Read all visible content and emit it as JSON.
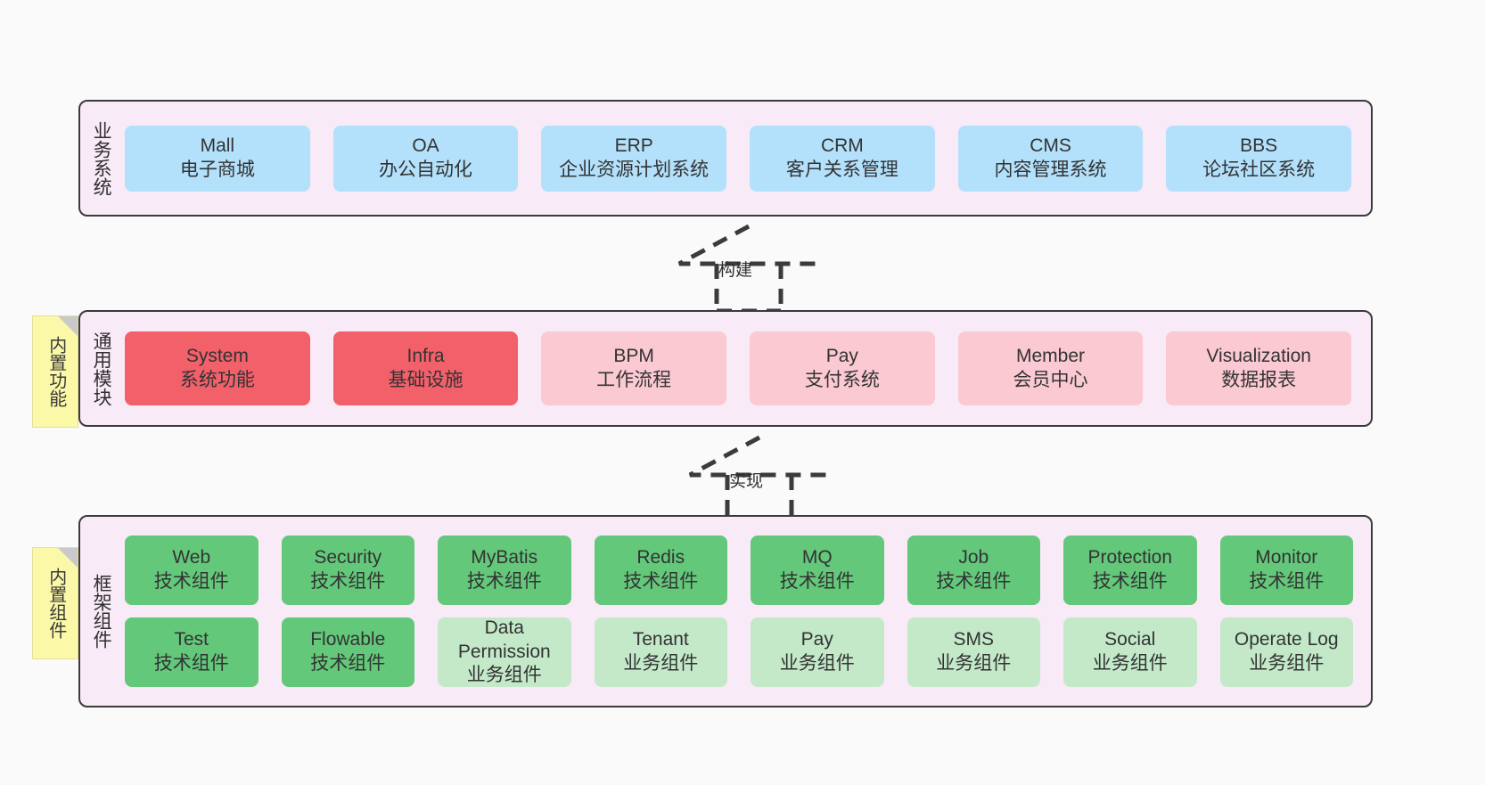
{
  "diagram": {
    "background_color": "#fafafa",
    "layer_border_color": "#3b3b3b",
    "layer_fill_color": "#f8eaf6"
  },
  "layers": [
    {
      "id": "business",
      "label": "业务系统",
      "rows": [
        {
          "cards": [
            {
              "name": "Mall",
              "desc": "电子商城",
              "color": "#b3e0fb",
              "style": "blue"
            },
            {
              "name": "OA",
              "desc": "办公自动化",
              "color": "#b3e0fb",
              "style": "blue"
            },
            {
              "name": "ERP",
              "desc": "企业资源计划系统",
              "color": "#b3e0fb",
              "style": "blue"
            },
            {
              "name": "CRM",
              "desc": "客户关系管理",
              "color": "#b3e0fb",
              "style": "blue"
            },
            {
              "name": "CMS",
              "desc": "内容管理系统",
              "color": "#b3e0fb",
              "style": "blue"
            },
            {
              "name": "BBS",
              "desc": "论坛社区系统",
              "color": "#b3e0fb",
              "style": "blue"
            }
          ]
        }
      ]
    },
    {
      "id": "common",
      "label": "通用模块",
      "rows": [
        {
          "cards": [
            {
              "name": "System",
              "desc": "系统功能",
              "color": "#f2606a",
              "style": "red"
            },
            {
              "name": "Infra",
              "desc": "基础设施",
              "color": "#f2606a",
              "style": "red"
            },
            {
              "name": "BPM",
              "desc": "工作流程",
              "color": "#fbc9d2",
              "style": "pink"
            },
            {
              "name": "Pay",
              "desc": "支付系统",
              "color": "#fbc9d2",
              "style": "pink"
            },
            {
              "name": "Member",
              "desc": "会员中心",
              "color": "#fbc9d2",
              "style": "pink"
            },
            {
              "name": "Visualization",
              "desc": "数据报表",
              "color": "#fbc9d2",
              "style": "pink"
            }
          ]
        }
      ]
    },
    {
      "id": "frame",
      "label": "框架组件",
      "rows": [
        {
          "cards": [
            {
              "name": "Web",
              "desc": "技术组件",
              "color": "#63c87a",
              "style": "green"
            },
            {
              "name": "Security",
              "desc": "技术组件",
              "color": "#63c87a",
              "style": "green"
            },
            {
              "name": "MyBatis",
              "desc": "技术组件",
              "color": "#63c87a",
              "style": "green"
            },
            {
              "name": "Redis",
              "desc": "技术组件",
              "color": "#63c87a",
              "style": "green"
            },
            {
              "name": "MQ",
              "desc": "技术组件",
              "color": "#63c87a",
              "style": "green"
            },
            {
              "name": "Job",
              "desc": "技术组件",
              "color": "#63c87a",
              "style": "green"
            },
            {
              "name": "Protection",
              "desc": "技术组件",
              "color": "#63c87a",
              "style": "green"
            },
            {
              "name": "Monitor",
              "desc": "技术组件",
              "color": "#63c87a",
              "style": "green"
            }
          ]
        },
        {
          "cards": [
            {
              "name": "Test",
              "desc": "技术组件",
              "color": "#63c87a",
              "style": "green"
            },
            {
              "name": "Flowable",
              "desc": "技术组件",
              "color": "#63c87a",
              "style": "green"
            },
            {
              "name": "Data Permission",
              "desc": "业务组件",
              "color": "#c3e9c9",
              "style": "green-light"
            },
            {
              "name": "Tenant",
              "desc": "业务组件",
              "color": "#c3e9c9",
              "style": "green-light"
            },
            {
              "name": "Pay",
              "desc": "业务组件",
              "color": "#c3e9c9",
              "style": "green-light"
            },
            {
              "name": "SMS",
              "desc": "业务组件",
              "color": "#c3e9c9",
              "style": "green-light"
            },
            {
              "name": "Social",
              "desc": "业务组件",
              "color": "#c3e9c9",
              "style": "green-light"
            },
            {
              "name": "Operate Log",
              "desc": "业务组件",
              "color": "#c3e9c9",
              "style": "green-light"
            }
          ]
        }
      ]
    }
  ],
  "notes": [
    {
      "id": "builtin-function",
      "label": "内置功能",
      "color": "#fbf8a8"
    },
    {
      "id": "builtin-component",
      "label": "内置组件",
      "color": "#fbf8a8"
    }
  ],
  "connectors": [
    {
      "id": "build",
      "label": "构建",
      "style": "dashed-generalization"
    },
    {
      "id": "implement",
      "label": "实现",
      "style": "dashed-generalization"
    }
  ]
}
